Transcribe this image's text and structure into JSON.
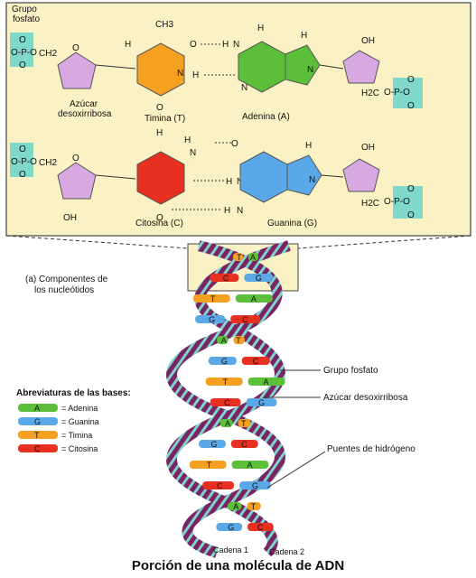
{
  "panel": {
    "phosphate_group_label": [
      "Grupo",
      "fosfato"
    ],
    "sugar_label": [
      "Azúcar",
      "desoxirribosa"
    ],
    "thymine_label": "Timina (T)",
    "adenine_label": "Adenina (A)",
    "cytosine_label": "Citosina (C)",
    "guanine_label": "Guanina (G)",
    "phosphate_text": "O-P-O",
    "ch2": "CH2",
    "h2c": "H2C",
    "ch3": "CH3",
    "oh": "OH",
    "o": "O",
    "h": "H",
    "n": "N",
    "caption": [
      "(a) Componentes de",
      "los nucleótidos"
    ]
  },
  "legend": {
    "title": "Abreviaturas de las bases:",
    "items": [
      {
        "code": "A",
        "name": "= Adenina",
        "color": "#5cbf3a"
      },
      {
        "code": "G",
        "name": "= Guanina",
        "color": "#5aa8e8"
      },
      {
        "code": "T",
        "name": "= Timina",
        "color": "#f5a020"
      },
      {
        "code": "C",
        "name": "= Citosina",
        "color": "#e83020"
      }
    ]
  },
  "helix": {
    "labels": {
      "phosphate": "Grupo fosfato",
      "sugar": "Azúcar desoxirribosa",
      "hbonds": "Puentes de hidrógeno",
      "strand1": "Cadena 1",
      "strand2": "Cadena 2"
    },
    "pairs": [
      [
        "T",
        "A"
      ],
      [
        "C",
        "G"
      ],
      [
        "T",
        "A"
      ],
      [
        "G",
        "C"
      ],
      [
        "A",
        "T"
      ],
      [
        "G",
        "C"
      ],
      [
        "T",
        "A"
      ],
      [
        "C",
        "G"
      ],
      [
        "A",
        "T"
      ],
      [
        "G",
        "C"
      ],
      [
        "T",
        "A"
      ],
      [
        "C",
        "G"
      ],
      [
        "A",
        "T"
      ],
      [
        "G",
        "C"
      ]
    ]
  },
  "colors": {
    "adenine": "#5cbf3a",
    "guanine": "#5aa8e8",
    "thymine": "#f5a020",
    "cytosine": "#e83020",
    "sugar": "#d8a8e0",
    "phosphate_box": "#7fd8c8",
    "panel_bg": "#faf2c4",
    "strand": "#8a2a70",
    "strand_light": "#7ad0c8"
  },
  "title": "Porción de una molécula de ADN"
}
